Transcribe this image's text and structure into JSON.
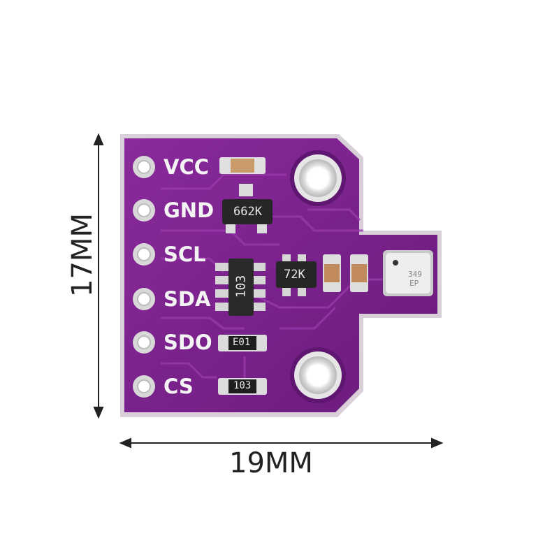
{
  "board": {
    "pins": [
      {
        "name": "VCC"
      },
      {
        "name": "GND"
      },
      {
        "name": "SCL"
      },
      {
        "name": "SDA"
      },
      {
        "name": "SDO"
      },
      {
        "name": "CS"
      }
    ],
    "chips": {
      "regulator_marking": "662K",
      "level_shifter_marking": "72K",
      "resistor_array_marking": "103",
      "sdo_resistor_marking": "E01",
      "cs_resistor_marking": "103",
      "sensor_marking_line1": "349",
      "sensor_marking_line2": "EP"
    },
    "colors": {
      "pcb": "#7a1f8c",
      "pad": "#e8e8e8",
      "background": "#ffffff"
    }
  },
  "dimensions": {
    "width_label": "19MM",
    "height_label": "17MM"
  }
}
